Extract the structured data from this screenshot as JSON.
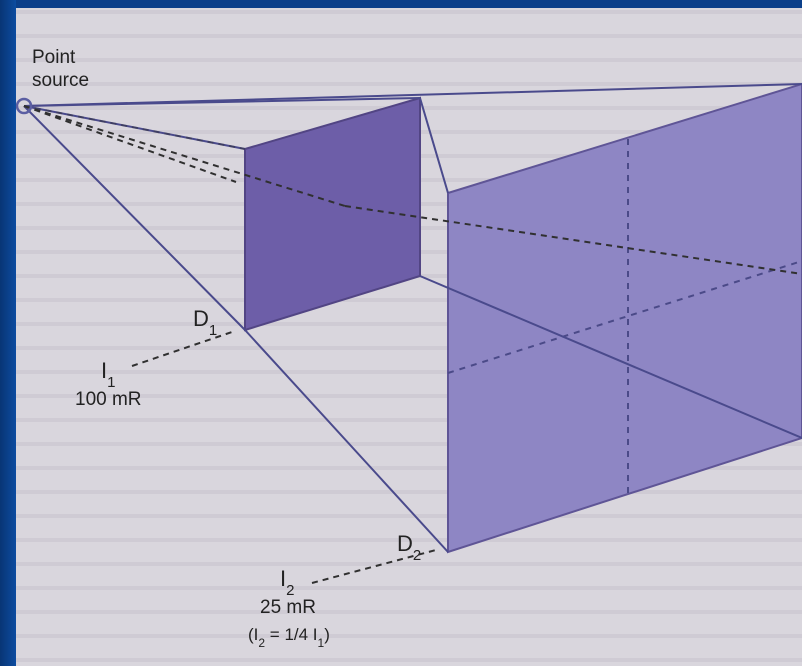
{
  "diagram": {
    "source_label_line1": "Point",
    "source_label_line2": "source",
    "near_distance_label": "D",
    "near_distance_sub": "1",
    "far_distance_label": "D",
    "far_distance_sub": "2",
    "i1": {
      "symbol": "I",
      "sub": "1",
      "value": "100 mR"
    },
    "i2": {
      "symbol": "I",
      "sub": "2",
      "value": "25 mR",
      "relation_prefix": "(I",
      "relation_sub": "2",
      "relation_middle": " = 1/4 I",
      "relation_sub2": "1",
      "relation_suffix": ")"
    },
    "colors": {
      "page": "#d9d6dd",
      "near_plate": "#6d5ea8",
      "near_plate_edge": "#524584",
      "far_plate": "#8e86c4",
      "far_plate_edge": "#5f5596",
      "ray": "#4a4a8c",
      "text": "#222222",
      "frame": "#0b3f8a"
    }
  }
}
